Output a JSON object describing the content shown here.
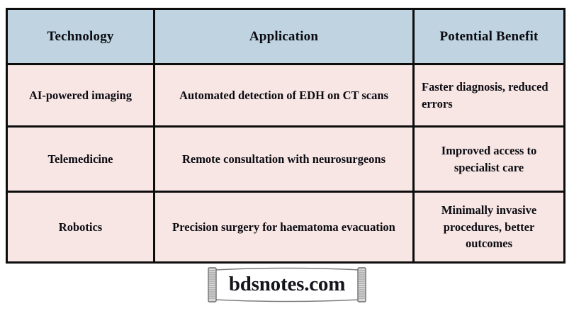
{
  "table": {
    "columns": [
      "Technology",
      "Application",
      "Potential Benefit"
    ],
    "rows": [
      {
        "technology": "AI-powered imaging",
        "application": "Automated detection of EDH on CT scans",
        "benefit": "Faster diagnosis, reduced errors"
      },
      {
        "technology": "Telemedicine",
        "application": "Remote consultation with neurosurgeons",
        "benefit": "Improved access to specialist care"
      },
      {
        "technology": "Robotics",
        "application": "Precision surgery for haematoma evacuation",
        "benefit": "Minimally invasive procedures, better outcomes"
      }
    ]
  },
  "watermark": {
    "text": "bdsnotes.com"
  },
  "colors": {
    "header_background": "#bfd4e0",
    "body_background": "#f7e6e4",
    "border": "#0d0d0d",
    "text": "#0b0b12",
    "page_background": "#ffffff"
  }
}
